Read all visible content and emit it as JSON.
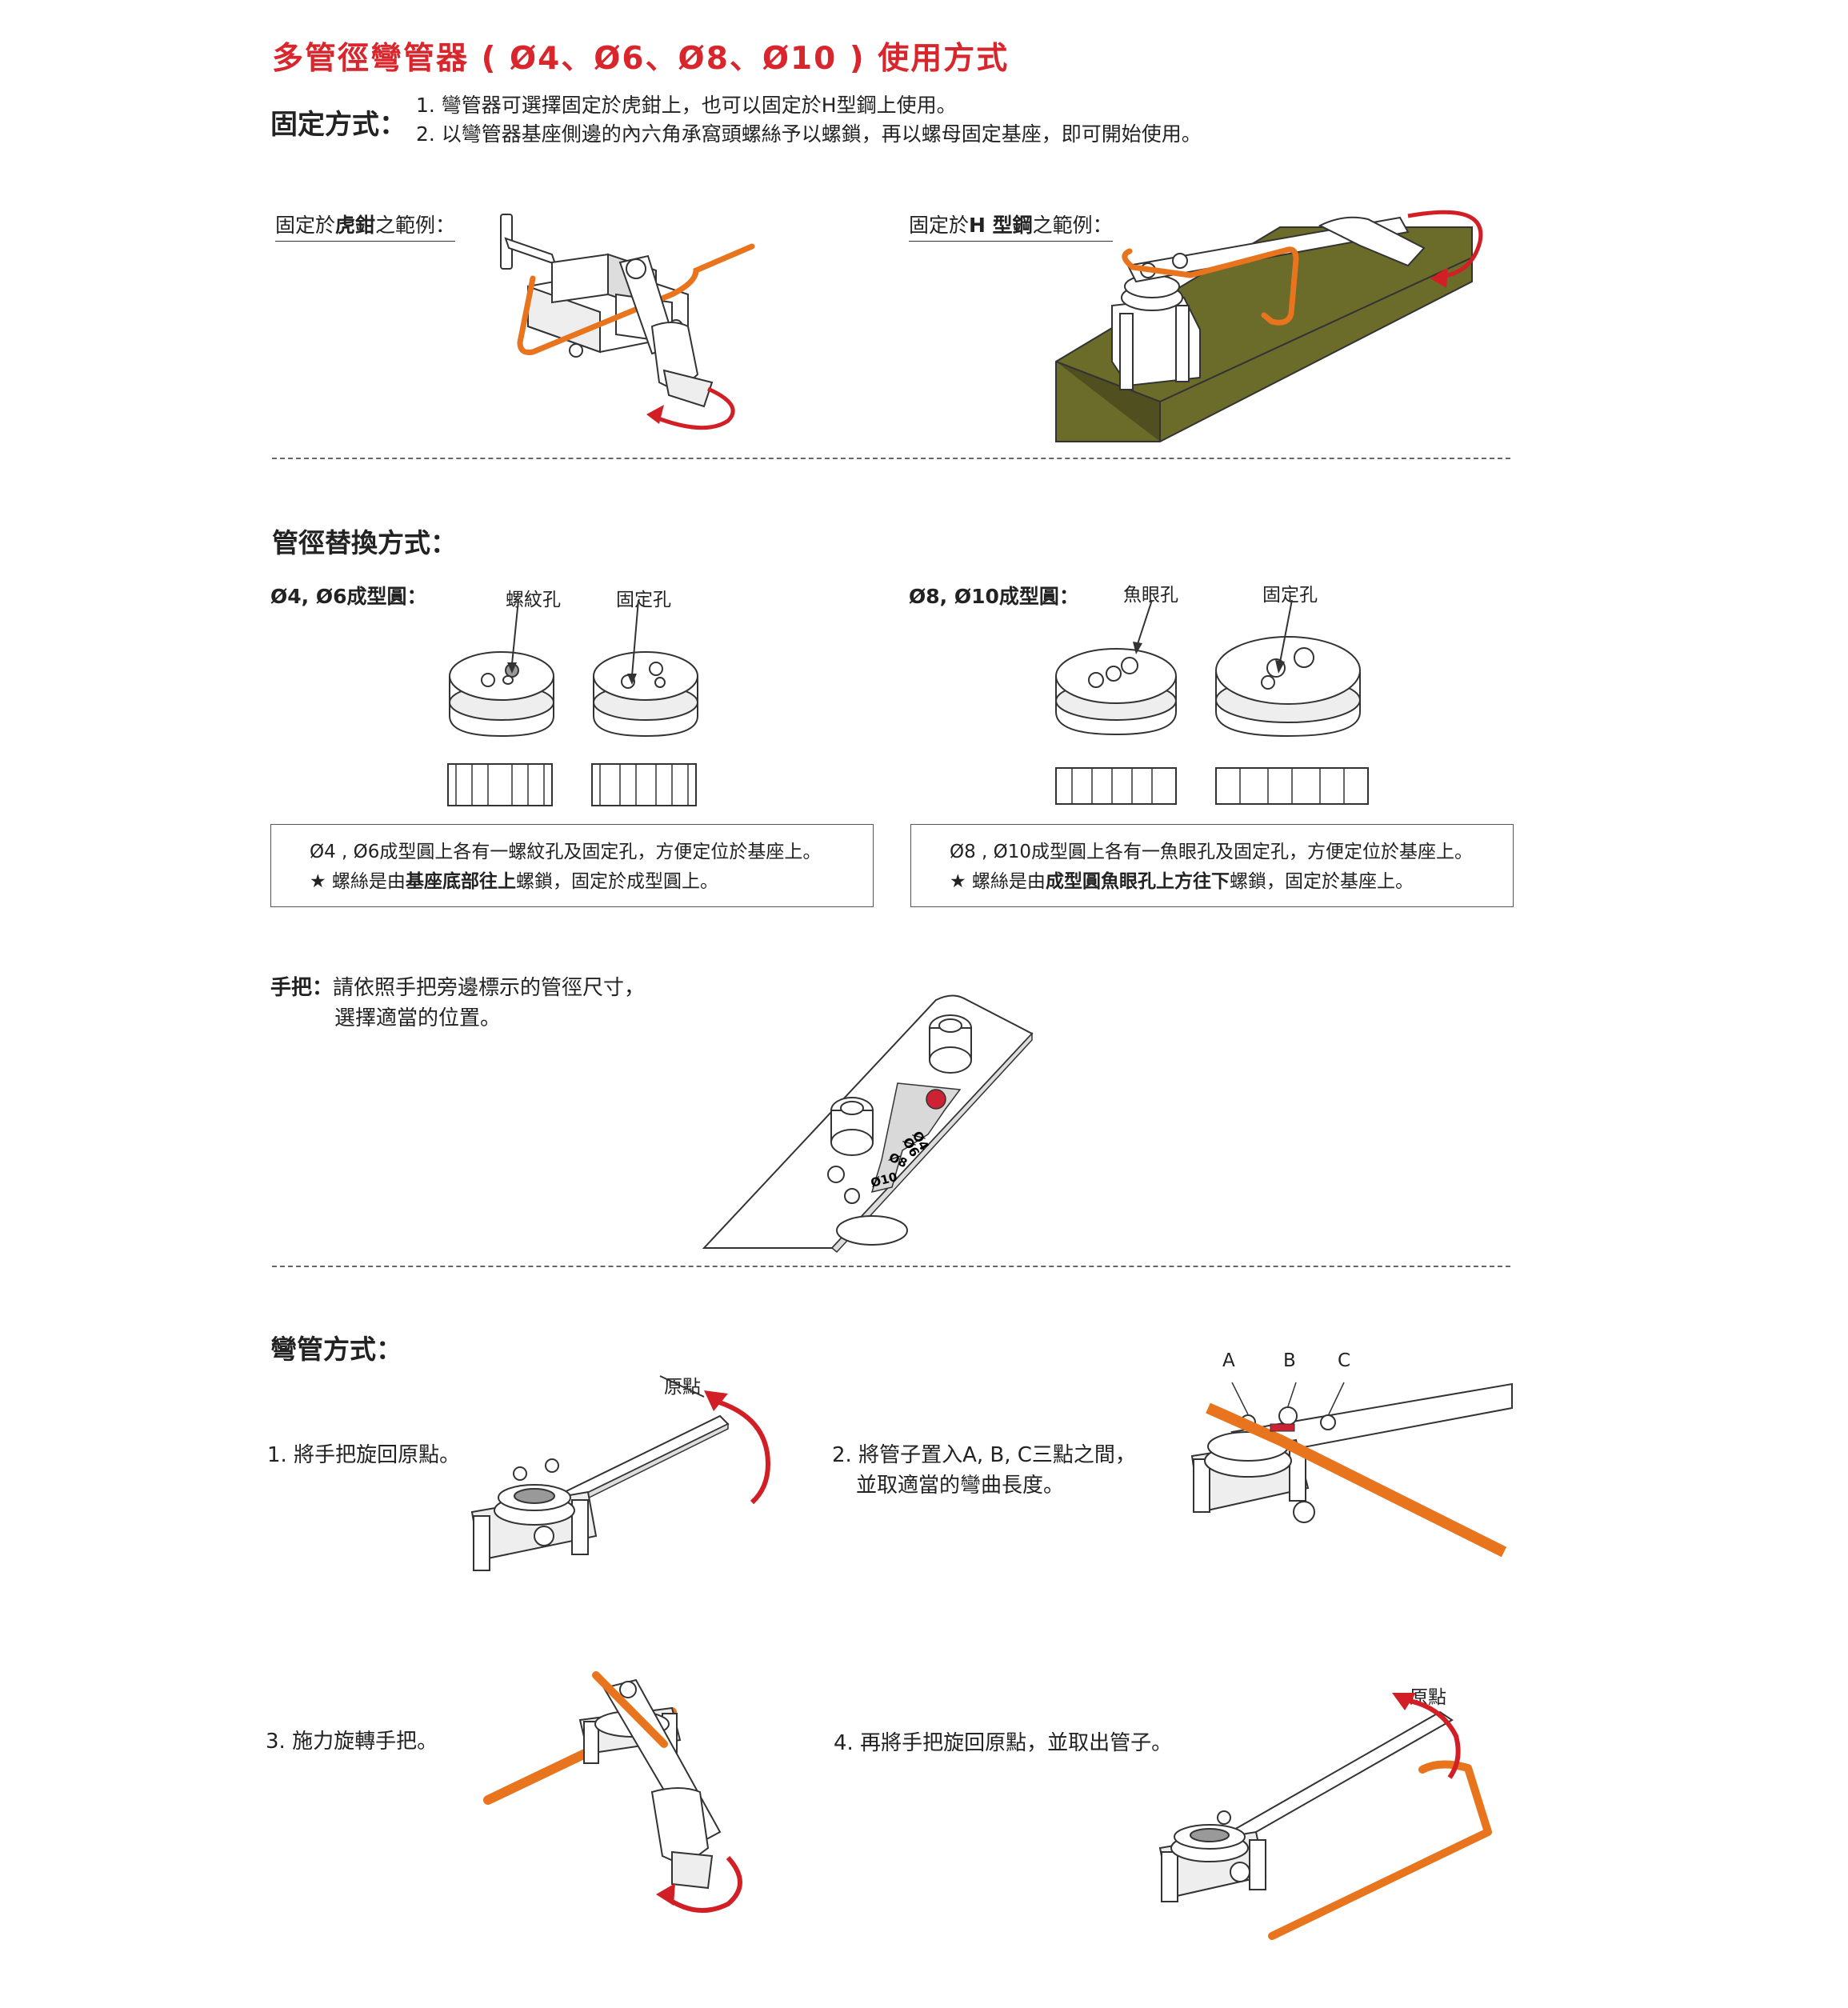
{
  "title": "多管徑彎管器 ( Ø4、Ø6、Ø8、Ø10 ) 使用方式",
  "mount": {
    "label": "固定方式：",
    "line1": "1. 彎管器可選擇固定於虎鉗上，也可以固定於H型鋼上使用。",
    "line2": "2. 以彎管器基座側邊的內六角承窩頭螺絲予以螺鎖，再以螺母固定基座，即可開始使用。",
    "vise_pre": "固定於",
    "vise_bold": "虎鉗",
    "vise_post": "之範例：",
    "hbeam_pre": "固定於",
    "hbeam_bold": "H 型鋼",
    "hbeam_post": "之範例："
  },
  "die": {
    "heading": "管徑替換方式：",
    "left_label": "Ø4, Ø6成型圓：",
    "left_callout1": "螺紋孔",
    "left_callout2": "固定孔",
    "right_label": "Ø8, Ø10成型圓：",
    "right_callout1": "魚眼孔",
    "right_callout2": "固定孔",
    "note_left_1": "Ø4 , Ø6成型圓上各有一螺紋孔及固定孔，方便定位於基座上。",
    "note_left_2_pre": "★ 螺絲是由",
    "note_left_2_bold": "基座底部往上",
    "note_left_2_post": "螺鎖，固定於成型圓上。",
    "note_right_1": "Ø8 , Ø10成型圓上各有一魚眼孔及固定孔，方便定位於基座上。",
    "note_right_2_pre": "★ 螺絲是由",
    "note_right_2_bold": "成型圓魚眼孔上方往下",
    "note_right_2_post": "螺鎖，固定於基座上。"
  },
  "handle": {
    "label": "手把：",
    "line1": "請依照手把旁邊標示的管徑尺寸，",
    "line2": "選擇適當的位置。",
    "tag_a": "Ø4",
    "tag_b": "Ø6",
    "tag_c": "Ø8",
    "tag_d": "Ø10"
  },
  "bending": {
    "heading": "彎管方式：",
    "step1": "1. 將手把旋回原點。",
    "origin1": "原點",
    "step2_line1": "2. 將管子置入A, B, C三點之間，",
    "step2_line2": "並取適當的彎曲長度。",
    "point_a": "A",
    "point_b": "B",
    "point_c": "C",
    "step3": "3. 施力旋轉手把。",
    "step4": "4. 再將手把旋回原點，並取出管子。",
    "origin4": "原點"
  },
  "colors": {
    "title_red": "#d8262c",
    "pipe_orange": "#e8741e",
    "arrow_red": "#d21f26",
    "beam_olive": "#6b6b2a"
  }
}
